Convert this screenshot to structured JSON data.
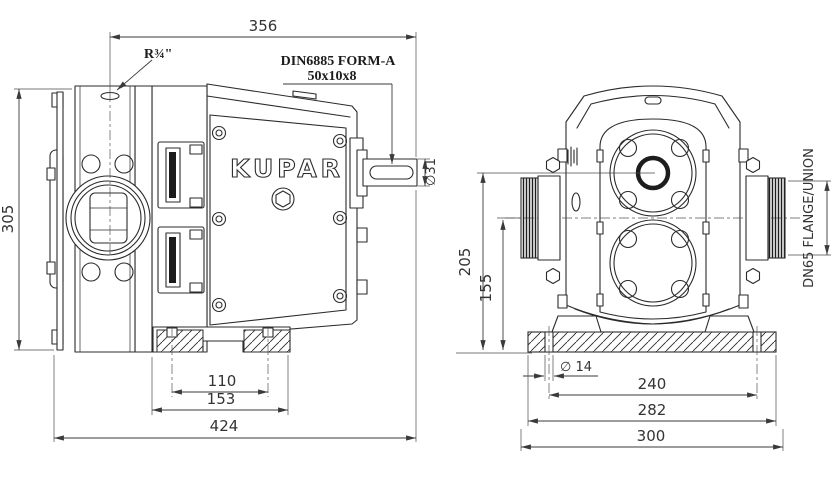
{
  "drawing": {
    "background": "#ffffff",
    "ink_color": "#2b2b2b",
    "dim_color": "#3a3a3a",
    "brand": {
      "logo": "KUPAR"
    },
    "side_view": {
      "dim_width_top": "356",
      "label_port_thread": "R¾\"",
      "label_key_standard": "DIN6885 FORM-A",
      "label_key_size": "50x10x8",
      "dim_shaft_diameter": "∅31",
      "dim_height": "305",
      "dim_foot_hole_spacing": "110",
      "dim_foot_length": "153",
      "dim_overall_length": "424"
    },
    "front_view": {
      "dim_shaft_center_height": "205",
      "dim_port_center_height": "155",
      "dim_base_hole_diameter": "∅ 14",
      "dim_base_hole_spacing": "240",
      "dim_base_width": "282",
      "dim_overall_width": "300",
      "label_port": "DN65 FLANGE/UNION"
    }
  }
}
